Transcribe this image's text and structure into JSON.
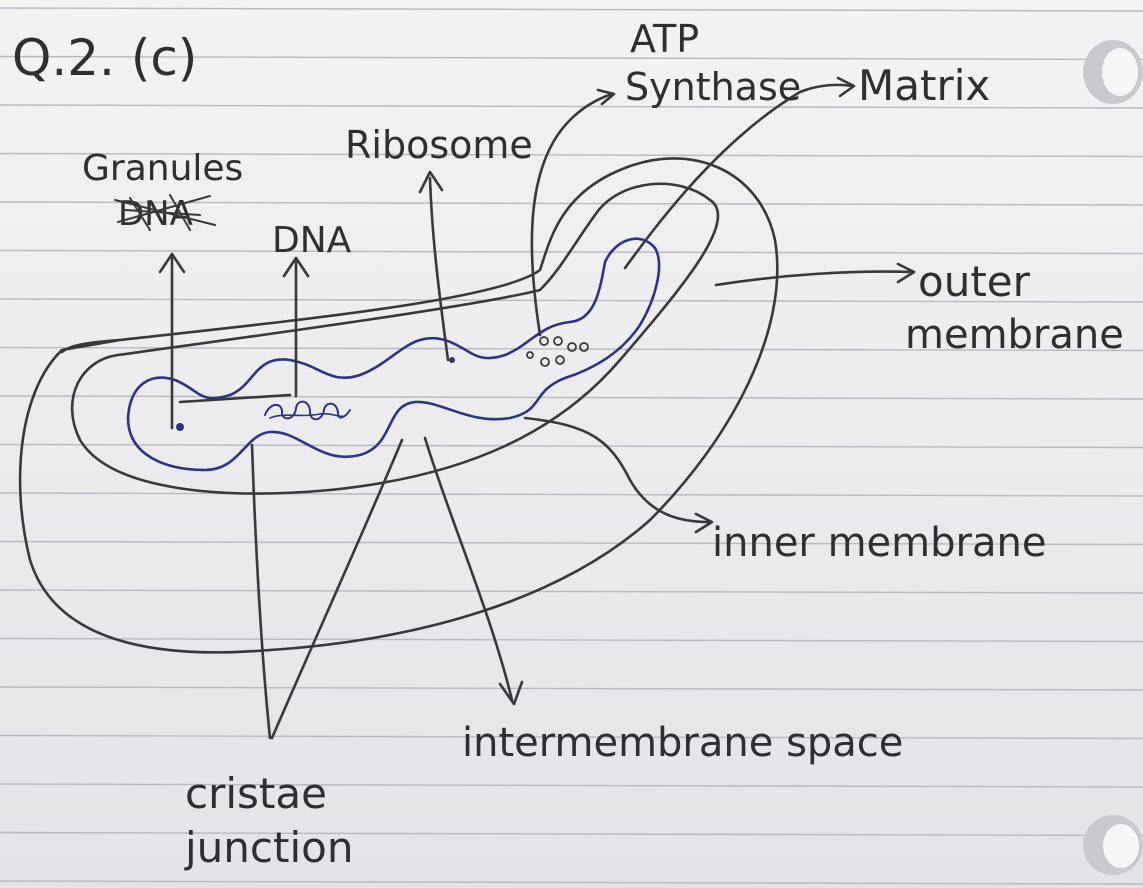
{
  "question": "Q.2. (c)",
  "labels": {
    "atp_line1": "ATP",
    "atp_line2": "Synthase",
    "matrix": "Matrix",
    "granules": "Granules",
    "granules_scribble": "DNA",
    "dna": "DNA",
    "ribosome": "Ribosome",
    "outer_line1": "outer",
    "outer_line2": "membrane",
    "inner": "inner membrane",
    "intermembrane": "intermembrane space",
    "cristae_line1": "cristae",
    "cristae_line2": "junction"
  },
  "colors": {
    "paper": "#ececef",
    "rule_line": "#b9b9c2",
    "pencil": "#38383d",
    "blue_ink": "#2f3388"
  }
}
